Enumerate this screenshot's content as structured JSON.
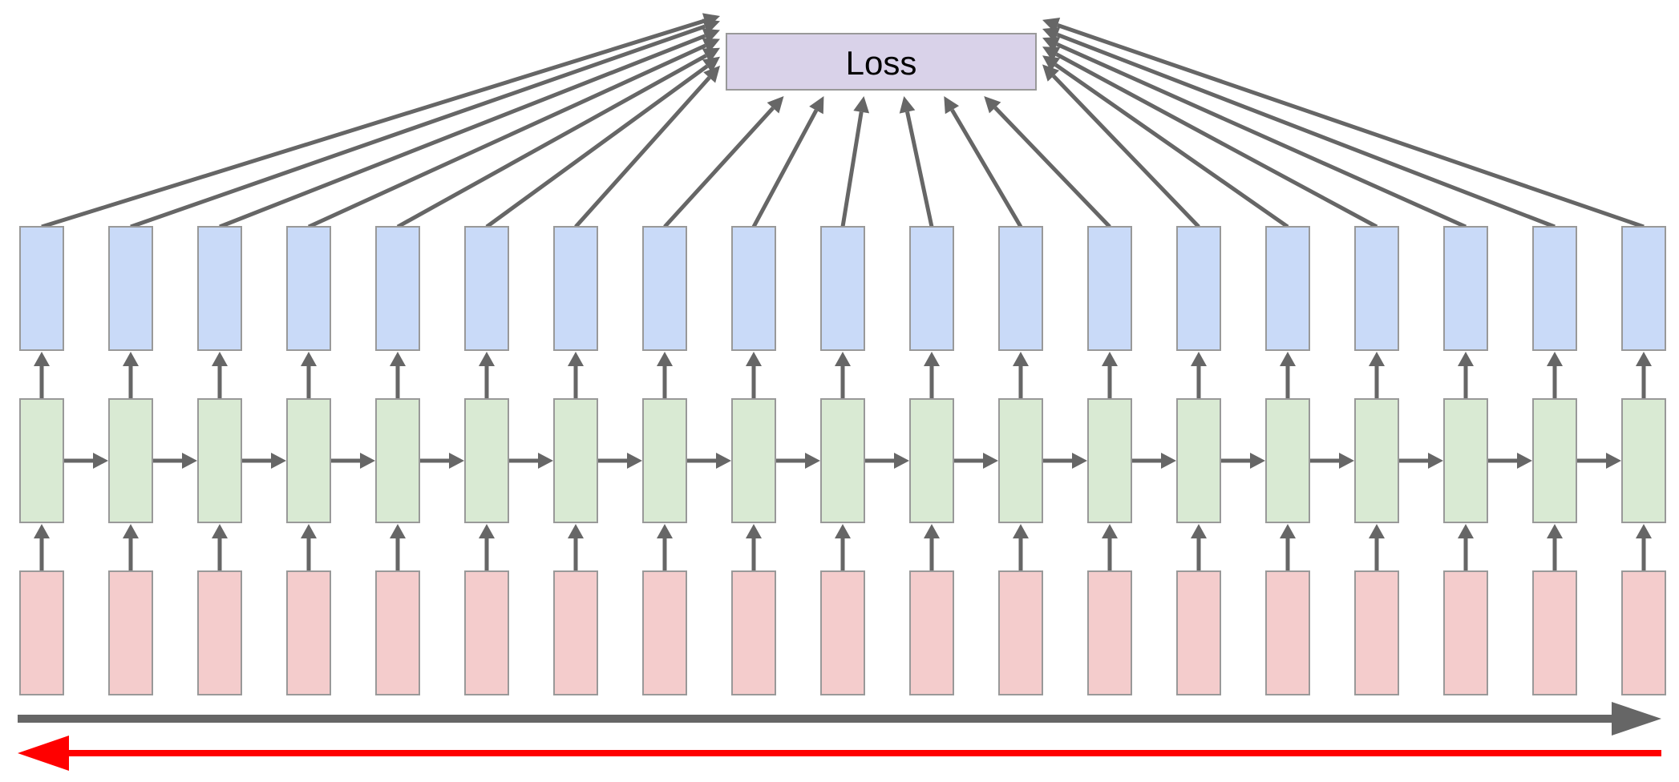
{
  "loss": {
    "label": "Loss",
    "fill": "#d9d2e9"
  },
  "timesteps": 19,
  "colors": {
    "output_box": "#c9daf8",
    "hidden_box": "#d9ead3",
    "input_box": "#f4cccc",
    "box_border": "#999999",
    "arrow": "#666666",
    "backward_arrow": "#ff0000"
  },
  "layers": [
    "output",
    "hidden",
    "input"
  ],
  "directions": [
    "forward",
    "backward"
  ]
}
